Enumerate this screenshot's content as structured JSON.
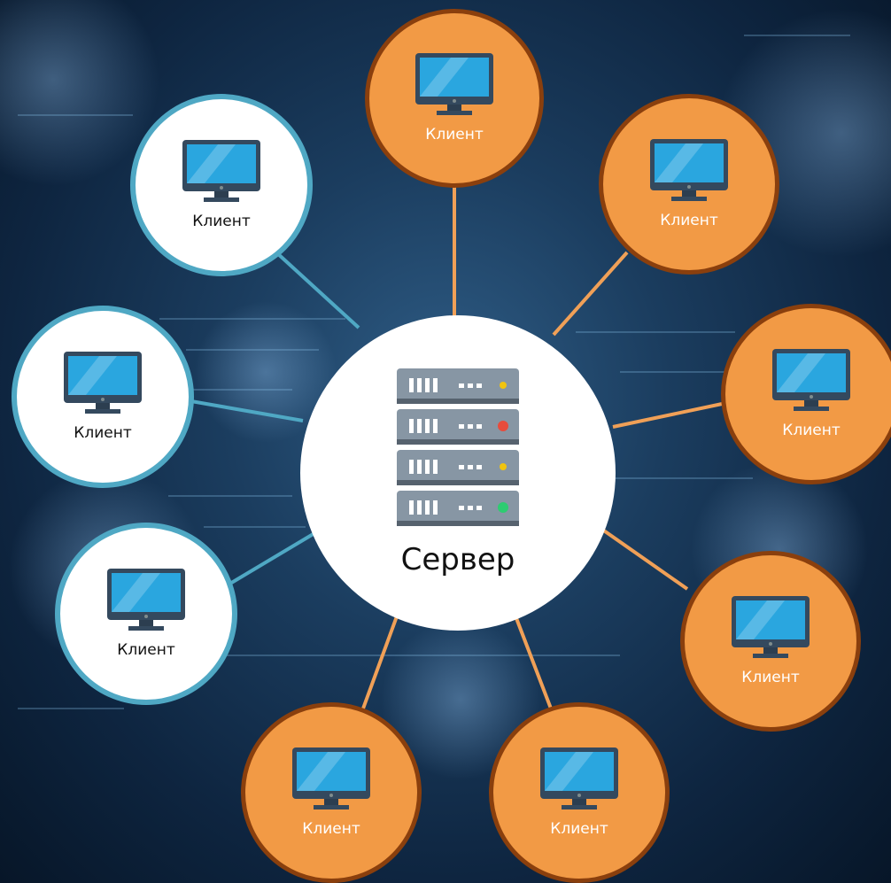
{
  "server": {
    "label": "Сервер",
    "icon": "server-rack-icon"
  },
  "clients": [
    {
      "id": "client-top",
      "label": "Клиент",
      "style": "orange"
    },
    {
      "id": "client-top-right",
      "label": "Клиент",
      "style": "orange"
    },
    {
      "id": "client-right",
      "label": "Клиент",
      "style": "orange"
    },
    {
      "id": "client-bottom-right",
      "label": "Клиент",
      "style": "orange"
    },
    {
      "id": "client-bottom-center-right",
      "label": "Клиент",
      "style": "orange"
    },
    {
      "id": "client-bottom-center-left",
      "label": "Клиент",
      "style": "orange"
    },
    {
      "id": "client-left-lower",
      "label": "Клиент",
      "style": "white"
    },
    {
      "id": "client-left",
      "label": "Клиент",
      "style": "white"
    },
    {
      "id": "client-top-left",
      "label": "Клиент",
      "style": "white"
    }
  ],
  "colors": {
    "orange_fill": "#f29a45",
    "orange_border": "#8a3f0d",
    "white_border": "#4fa8c4",
    "orange_link": "#f0a057",
    "white_link": "#4fa8c4",
    "monitor_screen": "#2aa6df",
    "monitor_frame": "#34495e"
  }
}
